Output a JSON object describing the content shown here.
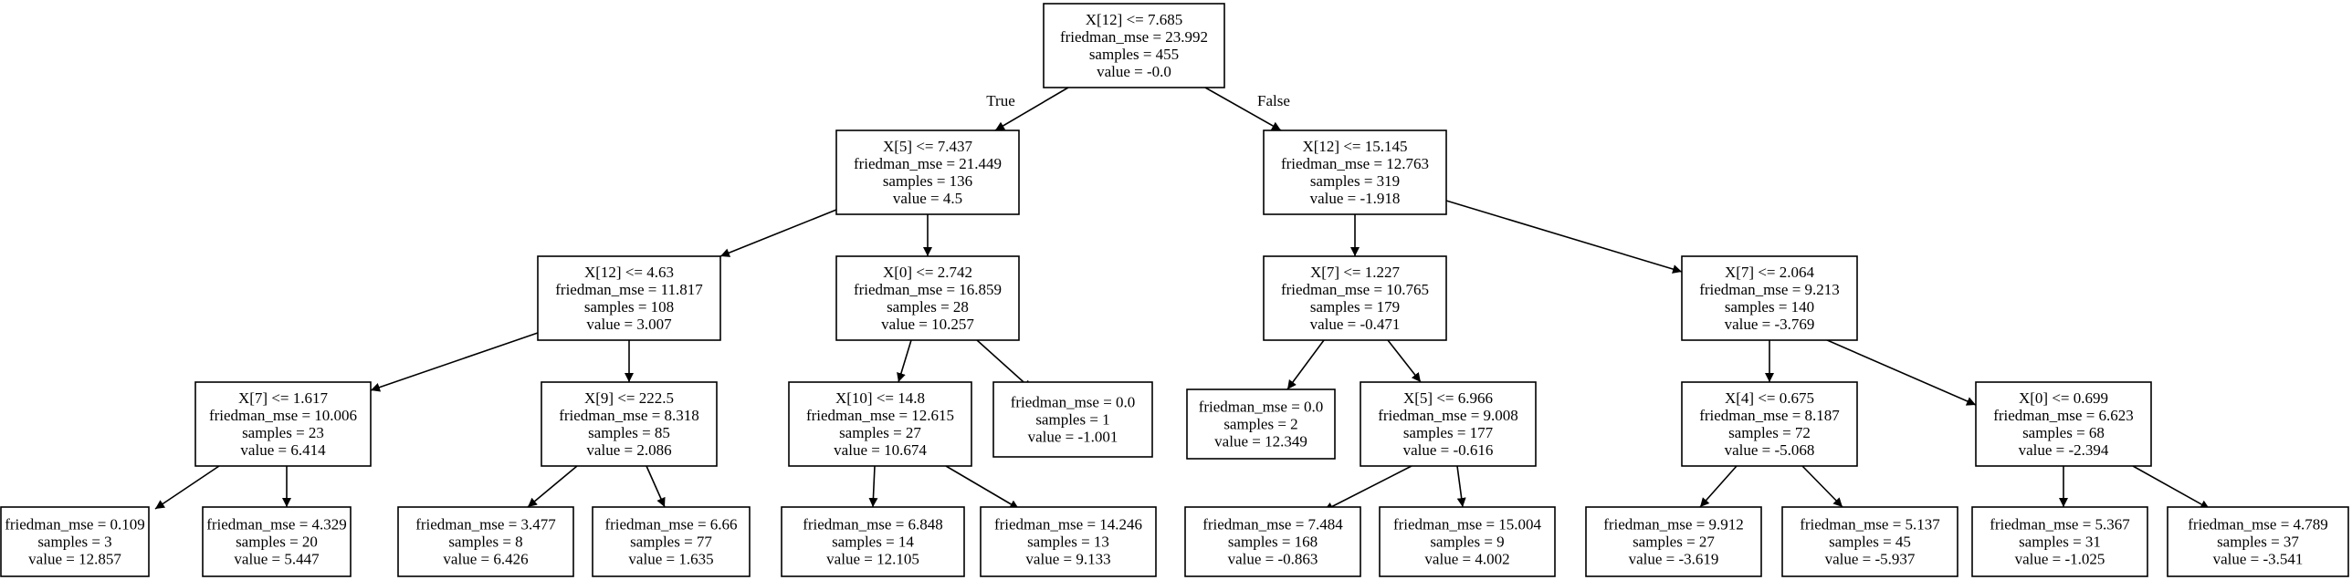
{
  "tree": {
    "nodes": [
      {
        "id": "n0",
        "lines": [
          "X[12] <= 7.685",
          "friedman_mse = 23.992",
          "samples = 455",
          "value = -0.0"
        ]
      },
      {
        "id": "n1",
        "lines": [
          "X[5] <= 7.437",
          "friedman_mse = 21.449",
          "samples = 136",
          "value = 4.5"
        ]
      },
      {
        "id": "n2",
        "lines": [
          "X[12] <= 15.145",
          "friedman_mse = 12.763",
          "samples = 319",
          "value = -1.918"
        ]
      },
      {
        "id": "n3",
        "lines": [
          "X[12] <= 4.63",
          "friedman_mse = 11.817",
          "samples = 108",
          "value = 3.007"
        ]
      },
      {
        "id": "n4",
        "lines": [
          "X[0] <= 2.742",
          "friedman_mse = 16.859",
          "samples = 28",
          "value = 10.257"
        ]
      },
      {
        "id": "n5",
        "lines": [
          "X[7] <= 1.227",
          "friedman_mse = 10.765",
          "samples = 179",
          "value = -0.471"
        ]
      },
      {
        "id": "n6",
        "lines": [
          "X[7] <= 2.064",
          "friedman_mse = 9.213",
          "samples = 140",
          "value = -3.769"
        ]
      },
      {
        "id": "n7",
        "lines": [
          "X[7] <= 1.617",
          "friedman_mse = 10.006",
          "samples = 23",
          "value = 6.414"
        ]
      },
      {
        "id": "n8",
        "lines": [
          "X[9] <= 222.5",
          "friedman_mse = 8.318",
          "samples = 85",
          "value = 2.086"
        ]
      },
      {
        "id": "n9",
        "lines": [
          "X[10] <= 14.8",
          "friedman_mse = 12.615",
          "samples = 27",
          "value = 10.674"
        ]
      },
      {
        "id": "n10",
        "lines": [
          "friedman_mse = 0.0",
          "samples = 1",
          "value = -1.001"
        ]
      },
      {
        "id": "n11",
        "lines": [
          "friedman_mse = 0.0",
          "samples = 2",
          "value = 12.349"
        ]
      },
      {
        "id": "n12",
        "lines": [
          "X[5] <= 6.966",
          "friedman_mse = 9.008",
          "samples = 177",
          "value = -0.616"
        ]
      },
      {
        "id": "n13",
        "lines": [
          "X[4] <= 0.675",
          "friedman_mse = 8.187",
          "samples = 72",
          "value = -5.068"
        ]
      },
      {
        "id": "n14",
        "lines": [
          "X[0] <= 0.699",
          "friedman_mse = 6.623",
          "samples = 68",
          "value = -2.394"
        ]
      },
      {
        "id": "n15",
        "lines": [
          "friedman_mse = 0.109",
          "samples = 3",
          "value = 12.857"
        ]
      },
      {
        "id": "n16",
        "lines": [
          "friedman_mse = 4.329",
          "samples = 20",
          "value = 5.447"
        ]
      },
      {
        "id": "n17",
        "lines": [
          "friedman_mse = 3.477",
          "samples = 8",
          "value = 6.426"
        ]
      },
      {
        "id": "n18",
        "lines": [
          "friedman_mse = 6.66",
          "samples = 77",
          "value = 1.635"
        ]
      },
      {
        "id": "n19",
        "lines": [
          "friedman_mse = 6.848",
          "samples = 14",
          "value = 12.105"
        ]
      },
      {
        "id": "n20",
        "lines": [
          "friedman_mse = 14.246",
          "samples = 13",
          "value = 9.133"
        ]
      },
      {
        "id": "n21",
        "lines": [
          "friedman_mse = 7.484",
          "samples = 168",
          "value = -0.863"
        ]
      },
      {
        "id": "n22",
        "lines": [
          "friedman_mse = 15.004",
          "samples = 9",
          "value = 4.002"
        ]
      },
      {
        "id": "n23",
        "lines": [
          "friedman_mse = 9.912",
          "samples = 27",
          "value = -3.619"
        ]
      },
      {
        "id": "n24",
        "lines": [
          "friedman_mse = 5.137",
          "samples = 45",
          "value = -5.937"
        ]
      },
      {
        "id": "n25",
        "lines": [
          "friedman_mse = 5.367",
          "samples = 31",
          "value = -1.025"
        ]
      },
      {
        "id": "n26",
        "lines": [
          "friedman_mse = 4.789",
          "samples = 37",
          "value = -3.541"
        ]
      }
    ],
    "edges": [
      {
        "from": "n0",
        "to": "n1",
        "label": "True"
      },
      {
        "from": "n0",
        "to": "n2",
        "label": "False"
      },
      {
        "from": "n1",
        "to": "n3"
      },
      {
        "from": "n1",
        "to": "n4"
      },
      {
        "from": "n2",
        "to": "n5"
      },
      {
        "from": "n2",
        "to": "n6"
      },
      {
        "from": "n3",
        "to": "n7"
      },
      {
        "from": "n3",
        "to": "n8"
      },
      {
        "from": "n4",
        "to": "n9"
      },
      {
        "from": "n4",
        "to": "n10"
      },
      {
        "from": "n5",
        "to": "n11"
      },
      {
        "from": "n5",
        "to": "n12"
      },
      {
        "from": "n6",
        "to": "n13"
      },
      {
        "from": "n6",
        "to": "n14"
      },
      {
        "from": "n7",
        "to": "n15"
      },
      {
        "from": "n7",
        "to": "n16"
      },
      {
        "from": "n8",
        "to": "n17"
      },
      {
        "from": "n8",
        "to": "n18"
      },
      {
        "from": "n9",
        "to": "n19"
      },
      {
        "from": "n9",
        "to": "n20"
      },
      {
        "from": "n12",
        "to": "n21"
      },
      {
        "from": "n12",
        "to": "n22"
      },
      {
        "from": "n13",
        "to": "n23"
      },
      {
        "from": "n13",
        "to": "n24"
      },
      {
        "from": "n14",
        "to": "n25"
      },
      {
        "from": "n14",
        "to": "n26"
      }
    ]
  }
}
